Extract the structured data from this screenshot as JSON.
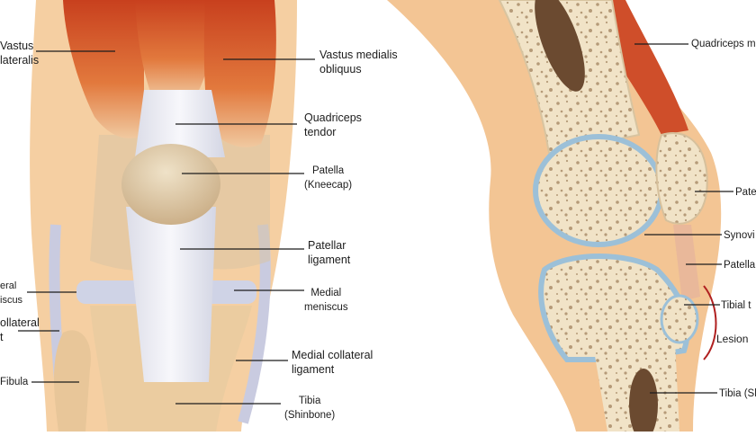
{
  "front_view": {
    "labels": {
      "vastus_lateralis": [
        "Vastus",
        "lateralis"
      ],
      "vastus_medialis_obliquus": [
        "Vastus medialis",
        "obliquus"
      ],
      "quadriceps_tendon": [
        "Quadriceps",
        "tendor"
      ],
      "patella": [
        "Patella",
        "(Kneecap)"
      ],
      "patellar_ligament": [
        "Patellar",
        "ligament"
      ],
      "lateral_meniscus": [
        "eral",
        "iscus"
      ],
      "medial_meniscus": [
        "Medial",
        "meniscus"
      ],
      "lateral_collateral_ligament": [
        "ollateral",
        "t"
      ],
      "medial_collateral_ligament": [
        "Medial collateral",
        "ligament"
      ],
      "fibula": "Fibula",
      "tibia": [
        "Tibia",
        "(Shinbone)"
      ]
    }
  },
  "side_view": {
    "labels": {
      "quadriceps_muscle": "Quadriceps m",
      "patella": "Pate",
      "synovial": "Synovi",
      "patellar": "Patella",
      "tibial_tuberosity": "Tibial t",
      "lesion": "Lesion",
      "tibia": "Tibia (Sh"
    }
  },
  "colors": {
    "skin": "#f3c99a",
    "muscle": "#d2542a",
    "bone": "#f2e4c8",
    "bone_edge": "#9cc0d8",
    "tendon": "#e8e8f0",
    "lesion": "#b02020"
  }
}
